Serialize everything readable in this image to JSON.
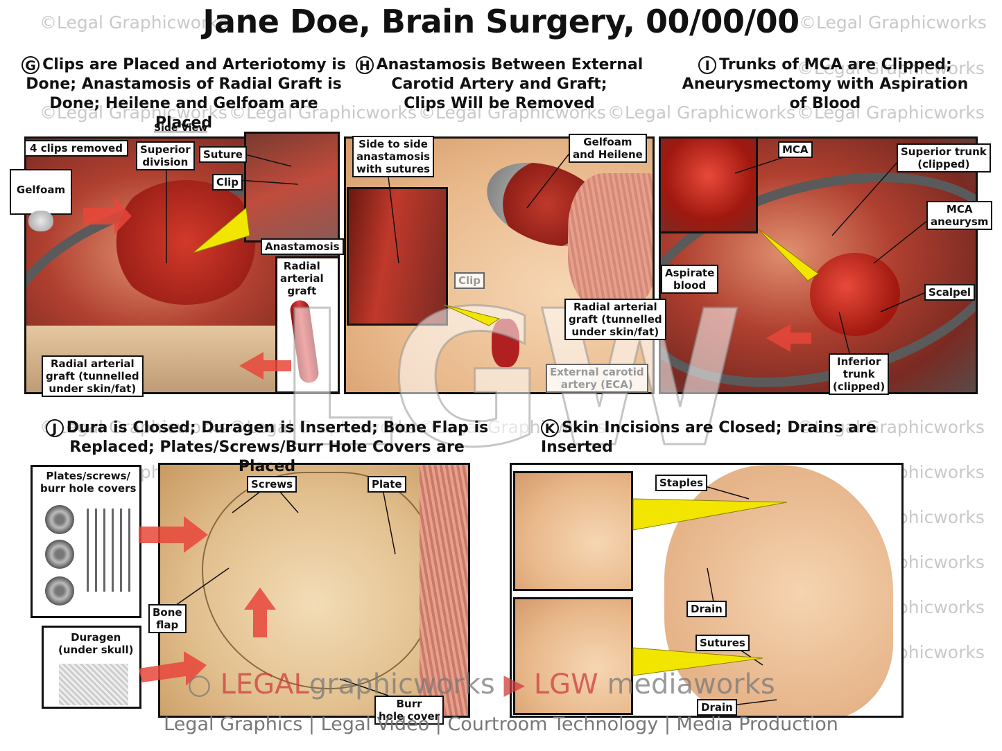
{
  "title": "Jane Doe, Brain Surgery, 00/00/00",
  "watermark": "©Legal Graphicworks",
  "sections": {
    "g": {
      "letter": "G",
      "line1": "Clips are Placed and Arteriotomy is",
      "line2": "Done; Anastamosis of Radial Graft is",
      "line3": "Done; Heilene and Gelfoam are Placed"
    },
    "h": {
      "letter": "H",
      "line1": "Anastamosis Between External",
      "line2": "Carotid Artery and Graft;",
      "line3": "Clips Will be Removed"
    },
    "i": {
      "letter": "I",
      "line1": "Trunks of MCA are Clipped;",
      "line2": "Aneurysmectomy with Aspiration",
      "line3": "of Blood"
    },
    "j": {
      "letter": "J",
      "line1": "Dura is Closed; Duragen is Inserted; Bone Flap is",
      "line2": "Replaced; Plates/Screws/Burr Hole Covers are Placed"
    },
    "k": {
      "letter": "K",
      "line1": "Skin Incisions are Closed; Drains are Inserted"
    }
  },
  "labels": {
    "side_view": "Side View",
    "clips_removed": "4 clips removed",
    "gelfoam": "Gelfoam",
    "superior_division": "Superior\ndivision",
    "suture": "Suture",
    "clip": "Clip",
    "anastamosis": "Anastamosis",
    "radial_arterial_graft": "Radial\narterial\ngraft",
    "radial_graft_tunnelled": "Radial arterial\ngraft (tunnelled\nunder skin/fat)",
    "side_to_side": "Side to side\nanastamosis\nwith sutures",
    "gelfoam_heilene": "Gelfoam\nand Heilene",
    "clip_h": "Clip",
    "radial_graft_h": "Radial arterial\ngraft (tunnelled\nunder skin/fat)",
    "eca": "External carotid\nartery (ECA)",
    "mca": "MCA",
    "superior_trunk": "Superior trunk\n(clipped)",
    "mca_aneurysm": "MCA\naneurysm",
    "aspirate_blood": "Aspirate\nblood",
    "scalpel": "Scalpel",
    "inferior_trunk": "Inferior\ntrunk\n(clipped)",
    "plates_screws": "Plates/screws/\nburr hole covers",
    "duragen": "Duragen\n(under skull)",
    "screws": "Screws",
    "plate": "Plate",
    "bone_flap": "Bone\nflap",
    "burr_hole_cover": "Burr\nhole cover",
    "staples": "Staples",
    "drain_upper": "Drain",
    "sutures": "Sutures",
    "drain_lower": "Drain"
  },
  "branding": {
    "logo": "LGW",
    "legal": "LEGAL",
    "graphicworks": "graphicworks",
    "lgw": "LGW",
    "mediaworks": "mediaworks",
    "tagline": "Legal Graphics | Legal Video | Courtroom Technology | Media Production"
  },
  "colors": {
    "artery": "#c0201c",
    "callout": "#f2e600",
    "arrow": "#e8463a"
  }
}
